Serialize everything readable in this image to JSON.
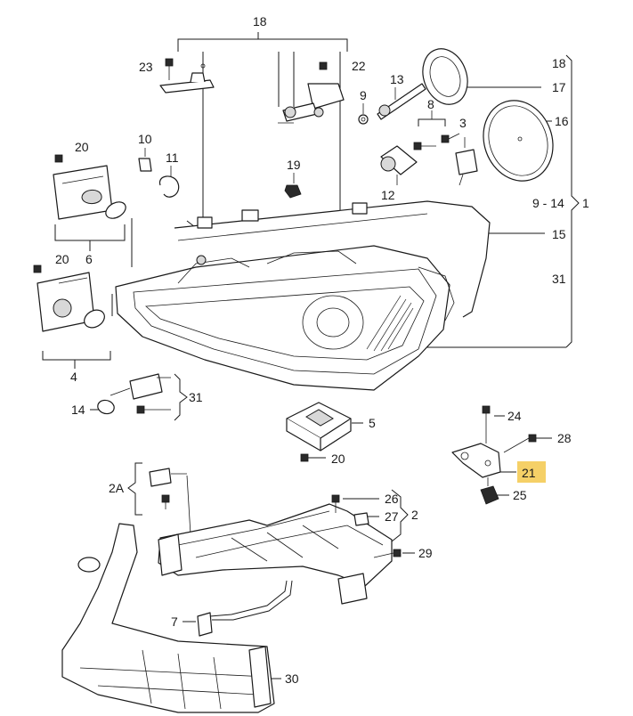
{
  "highlight_color": "#f5d067",
  "labels": {
    "l18_top": "18",
    "l23": "23",
    "l22": "22",
    "l13": "13",
    "l9": "9",
    "l8": "8",
    "l3": "3",
    "l18_right": "18",
    "l17": "17",
    "l16": "16",
    "l20_a": "20",
    "l10": "10",
    "l11": "11",
    "l19": "19",
    "l12": "12",
    "l9_14": "9 - 14",
    "l1": "1",
    "l15": "15",
    "l6": "6",
    "l20_b": "20",
    "l31_right": "31",
    "l4": "4",
    "l14": "14",
    "l31_left": "31",
    "l5": "5",
    "l20_c": "20",
    "l24": "24",
    "l28": "28",
    "l21": "21",
    "l25": "25",
    "l2A": "2A",
    "l26": "26",
    "l27": "27",
    "l2": "2",
    "l29": "29",
    "l7": "7",
    "l30": "30"
  }
}
